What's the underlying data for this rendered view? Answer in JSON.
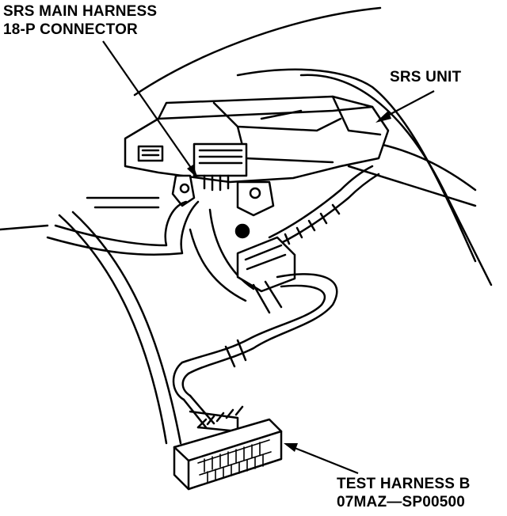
{
  "labels": {
    "srs_main_harness": {
      "line1": "SRS MAIN HARNESS",
      "line2": "18-P CONNECTOR"
    },
    "srs_unit": {
      "line1": "SRS UNIT"
    },
    "test_harness": {
      "line1": "TEST HARNESS B",
      "line2": "07MAZ—SP00500"
    }
  },
  "colors": {
    "ink": "#000000",
    "paper": "#ffffff"
  }
}
